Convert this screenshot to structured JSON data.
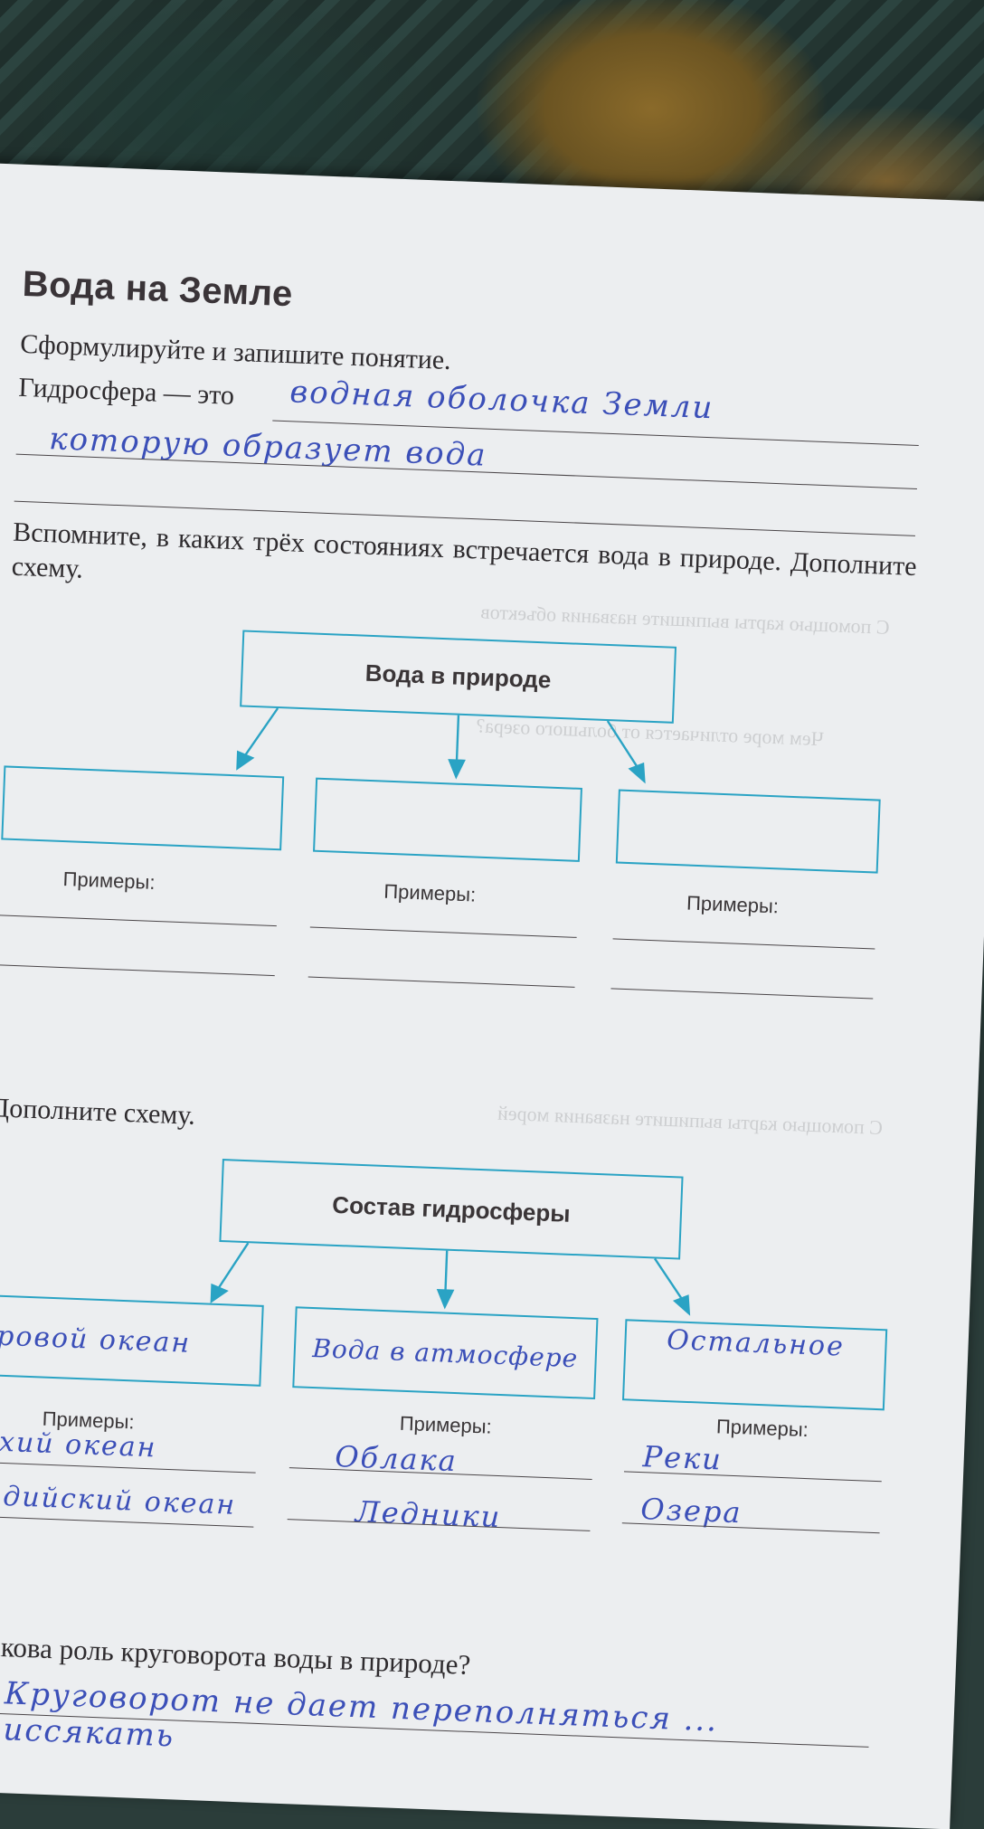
{
  "heading": "Вода на Земле",
  "task1": {
    "instruction": "Сформулируйте и запишите понятие.",
    "term": "Гидросфера — это",
    "answer_line1": "водная оболочка Земли",
    "answer_line2": "которую образует вода"
  },
  "task2": {
    "instruction": "Вспомните, в каких трёх состояниях встречается вода в природе. Дополните схему.",
    "top_box": "Вода в природе",
    "boxes": [
      "",
      "",
      ""
    ],
    "examples_label": "Примеры:"
  },
  "task3": {
    "instruction": "Дополните схему.",
    "top_box": "Состав гидросферы",
    "boxes": [
      "Мировой океан",
      "Вода в атмосфере",
      "Остальное"
    ],
    "examples_label": "Примеры:",
    "examples": [
      [
        "Тихий океан",
        "Индийский океан"
      ],
      [
        "Облака",
        "Ледники"
      ],
      [
        "Реки",
        "Озера"
      ]
    ]
  },
  "task4": {
    "question": "Какова роль круговорота воды в природе?",
    "answer": "Круговорот не дает переполняться ... иссякать"
  },
  "colors": {
    "scheme_blue": "#2aa3c4",
    "ink": "#3b4fb8",
    "paper": "#eceef0"
  }
}
